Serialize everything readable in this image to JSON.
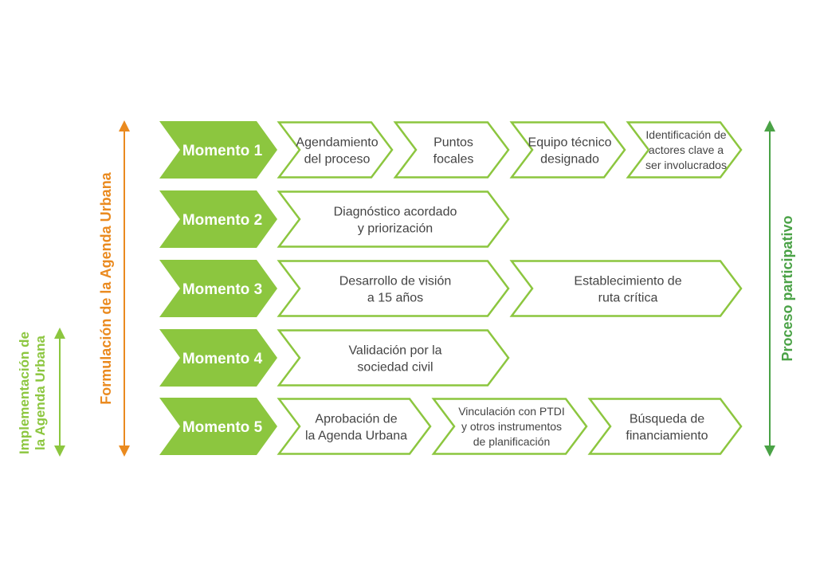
{
  "colors": {
    "green_fill": "#8cc63f",
    "green_border": "#8cc63f",
    "orange": "#ea8a1f",
    "dark_green": "#4aa246",
    "light_green": "#8cc63f",
    "text": "#444444"
  },
  "side_labels": {
    "implementation": [
      "Implementación de",
      "la Agenda Urbana"
    ],
    "formulation": "Formulación de la Agenda Urbana",
    "participatory": "Proceso participativo"
  },
  "rows": [
    {
      "moment": "Momento 1",
      "steps": [
        {
          "lines": [
            "Agendamiento",
            "del proceso"
          ]
        },
        {
          "lines": [
            "Puntos",
            "focales"
          ]
        },
        {
          "lines": [
            "Equipo técnico",
            "designado"
          ]
        },
        {
          "lines": [
            "Identificación de",
            "actores clave a",
            "ser involucrados"
          ]
        }
      ]
    },
    {
      "moment": "Momento 2",
      "steps": [
        {
          "lines": [
            "Diagnóstico acordado",
            "y priorización"
          ]
        }
      ]
    },
    {
      "moment": "Momento 3",
      "steps": [
        {
          "lines": [
            "Desarrollo de visión",
            "a 15 años"
          ]
        },
        {
          "lines": [
            "Establecimiento de",
            "ruta crítica"
          ]
        }
      ]
    },
    {
      "moment": "Momento 4",
      "steps": [
        {
          "lines": [
            "Validación por la",
            "sociedad civil"
          ]
        }
      ]
    },
    {
      "moment": "Momento 5",
      "steps": [
        {
          "lines": [
            "Aprobación de",
            "la Agenda Urbana"
          ]
        },
        {
          "lines": [
            "Vinculación con PTDI",
            "y otros instrumentos",
            "de planificación"
          ]
        },
        {
          "lines": [
            "Búsqueda de",
            "financiamiento"
          ]
        }
      ]
    }
  ]
}
